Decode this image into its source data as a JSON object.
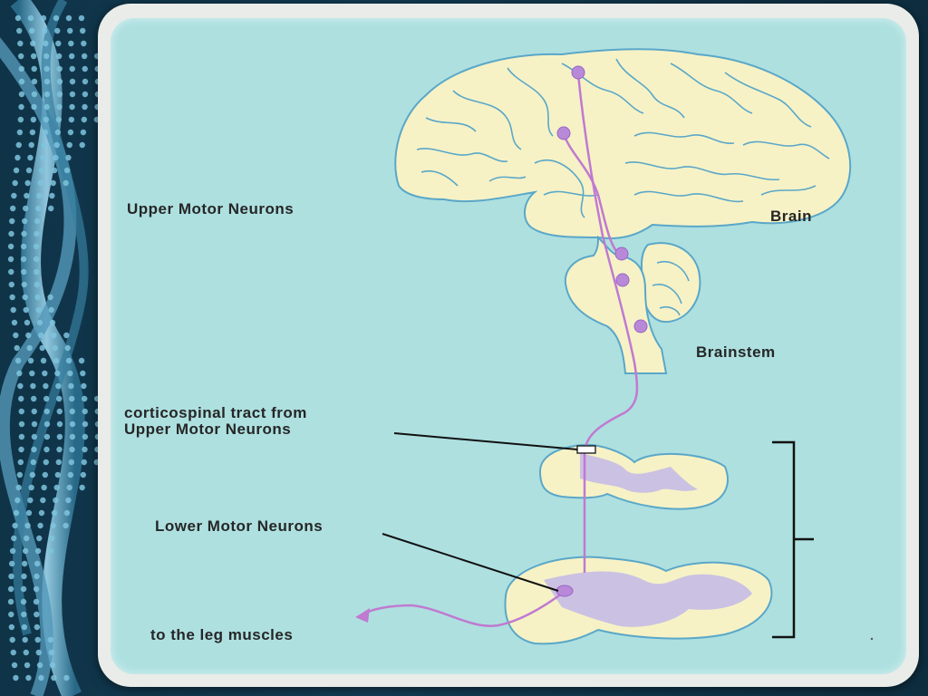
{
  "labels": {
    "upper_motor_neurons": "Upper Motor Neurons",
    "brain": "Brain",
    "brainstem": "Brainstem",
    "corticospinal_line1": "corticospinal tract from",
    "corticospinal_line2": "Upper Motor Neurons",
    "lower_motor_neurons": "Lower Motor Neurons",
    "leg_muscles": "to the leg muscles"
  },
  "colors": {
    "panel": "#aee0e0",
    "tissue": "#f6f2c6",
    "outline": "#5aa7c8",
    "grey_matter": "#c3b8e6",
    "tract": "#c07ad0",
    "neuron": "#b889d8",
    "label_text": "#262626"
  },
  "icons": {
    "background": "dna-helix-icon"
  }
}
